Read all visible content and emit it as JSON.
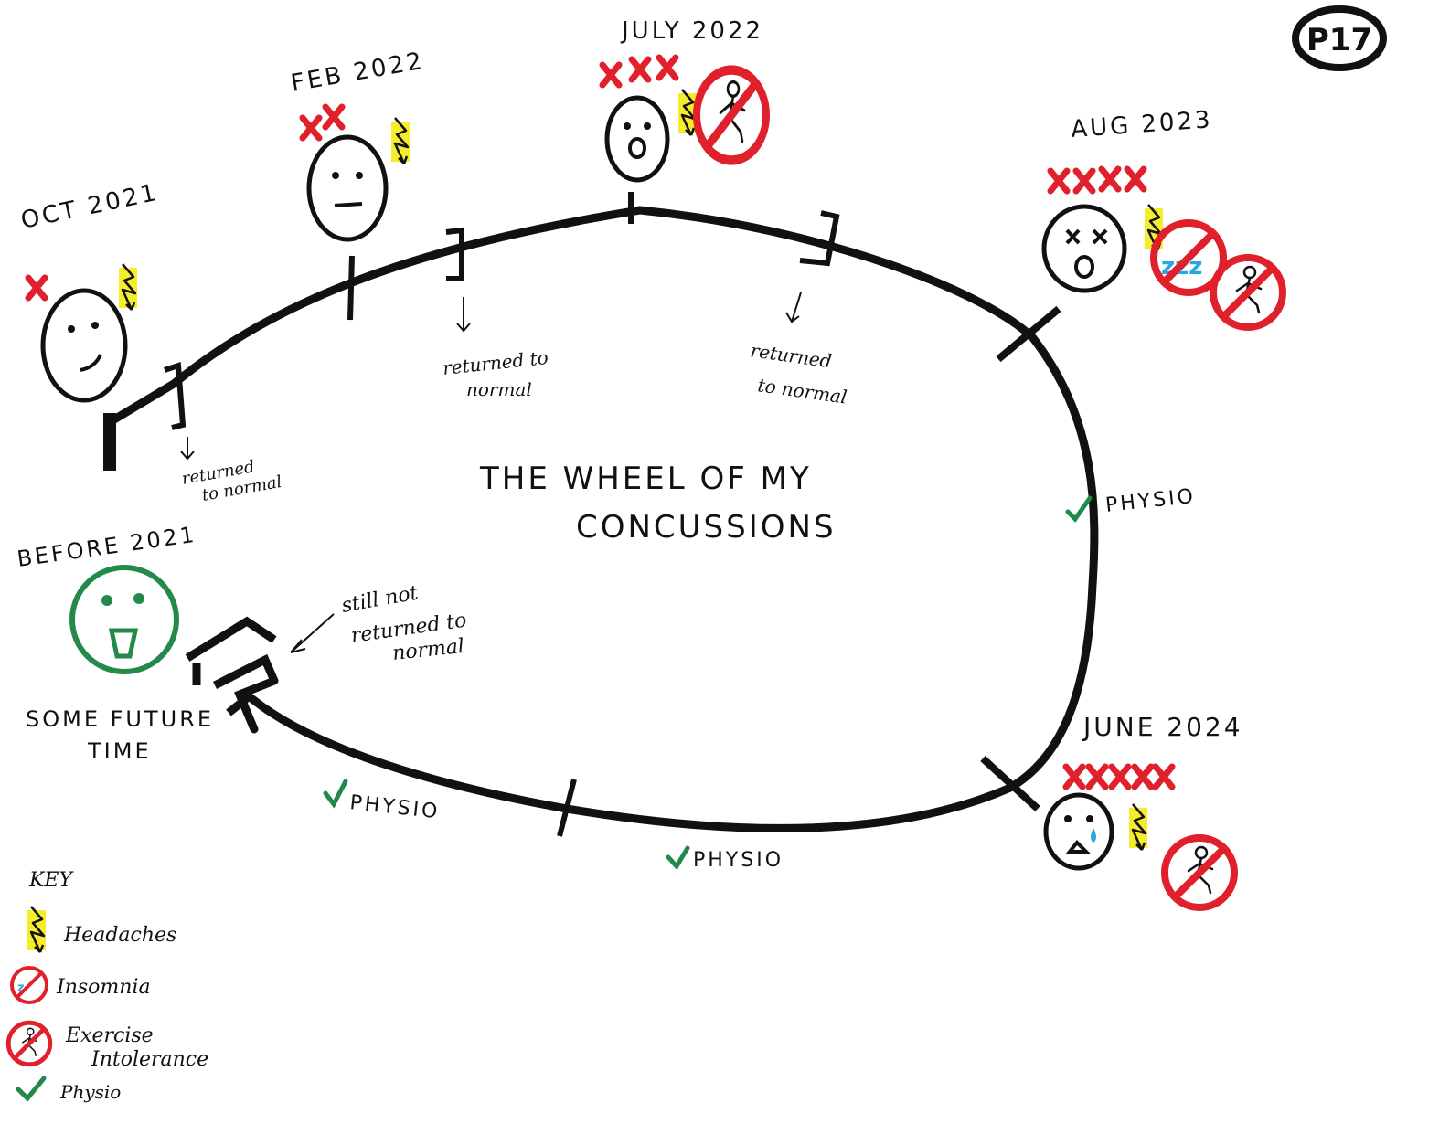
{
  "participant_label": "P17",
  "title_line1": "THE WHEEL OF MY",
  "title_line2": "CONCUSSIONS",
  "colors": {
    "ink": "#111111",
    "severity_x": "#e0202a",
    "headache_yellow": "#f5ec2c",
    "prohibit_red": "#e0202a",
    "physio_green": "#1f8a4c",
    "happy_face_green": "#238a4a",
    "insomnia_blue": "#2aa6e0"
  },
  "events": [
    {
      "date": "OCT 2021",
      "severity": "x",
      "note_line1": "returned",
      "note_line2": "to normal"
    },
    {
      "date": "FEB 2022",
      "severity": "xx",
      "note_line1": "returned to",
      "note_line2": "normal"
    },
    {
      "date": "JULY 2022",
      "severity": "xxx",
      "note_line1": "returned",
      "note_line2": "to normal"
    },
    {
      "date": "AUG 2023",
      "severity": "xxxx"
    },
    {
      "date": "JUNE 2024",
      "severity": "xxxxx"
    }
  ],
  "before": {
    "label": "BEFORE 2021"
  },
  "future": {
    "line1": "SOME FUTURE",
    "line2": "TIME"
  },
  "still_not": {
    "line1": "still not",
    "line2": "returned to",
    "line3": "normal"
  },
  "physio_labels": [
    "PHYSIO",
    "PHYSIO",
    "PHYSIO"
  ],
  "key": {
    "title": "KEY",
    "items": [
      {
        "icon": "lightning-icon",
        "label": "Headaches"
      },
      {
        "icon": "insomnia-icon",
        "label": "Insomnia"
      },
      {
        "icon": "exercise-intolerance-icon",
        "label_line1": "Exercise",
        "label_line2": "Intolerance"
      },
      {
        "icon": "checkmark-icon",
        "label": "Physio"
      }
    ]
  }
}
